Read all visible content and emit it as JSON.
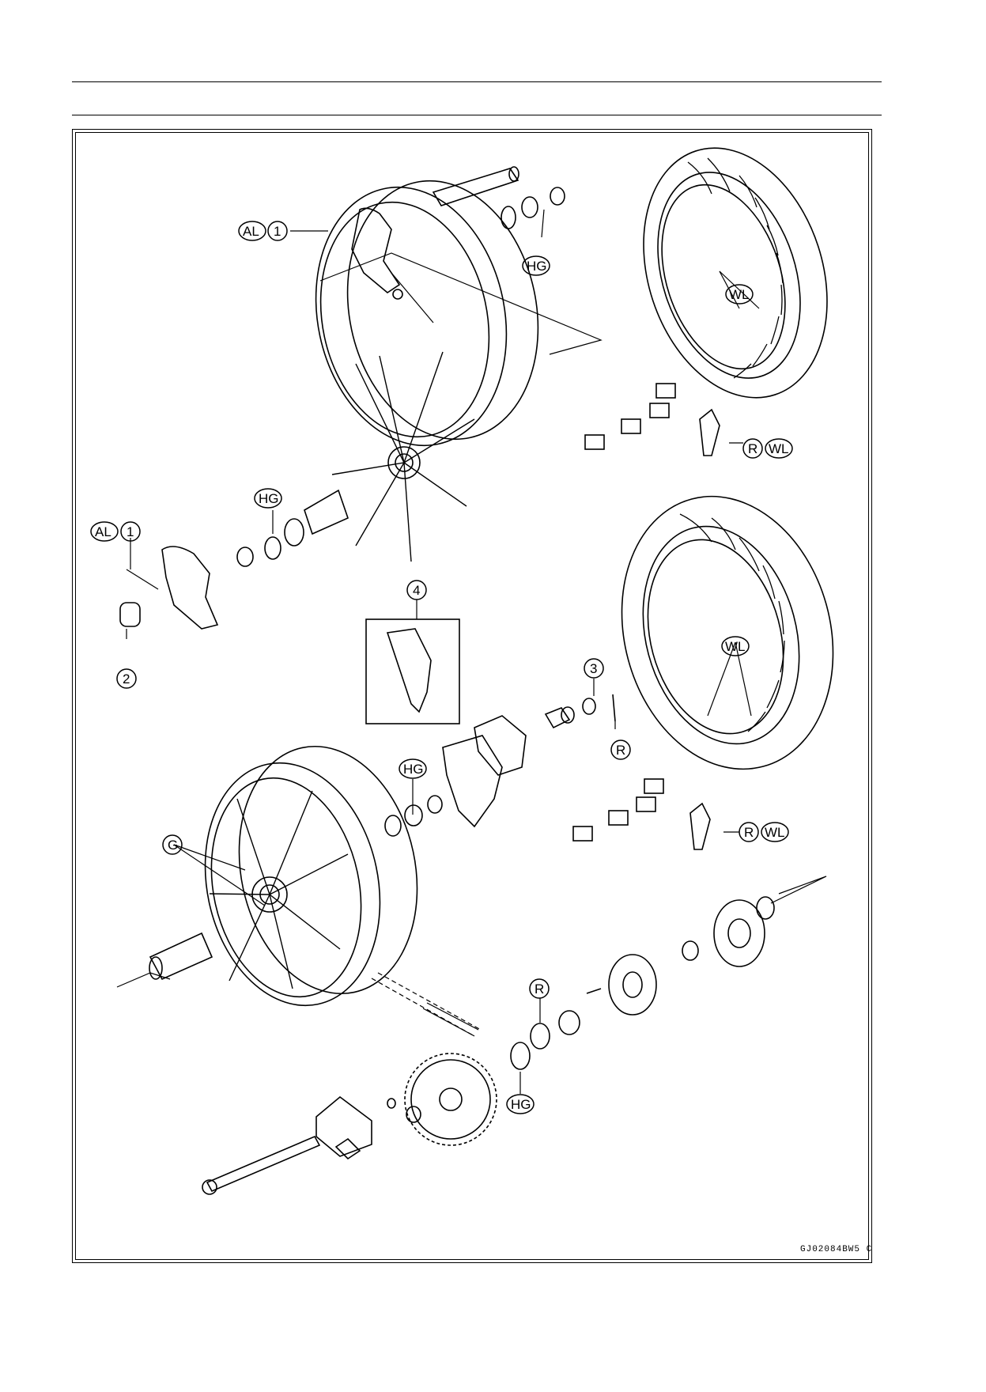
{
  "figure_code": "GJ02084BW5 C",
  "callouts": [
    {
      "id": "AL",
      "text": "AL"
    },
    {
      "id": "1",
      "text": "1"
    },
    {
      "id": "2",
      "text": "2"
    },
    {
      "id": "3",
      "text": "3"
    },
    {
      "id": "4",
      "text": "4"
    },
    {
      "id": "G",
      "text": "G"
    },
    {
      "id": "HG",
      "text": "HG"
    },
    {
      "id": "R",
      "text": "R"
    },
    {
      "id": "WL",
      "text": "WL"
    }
  ]
}
